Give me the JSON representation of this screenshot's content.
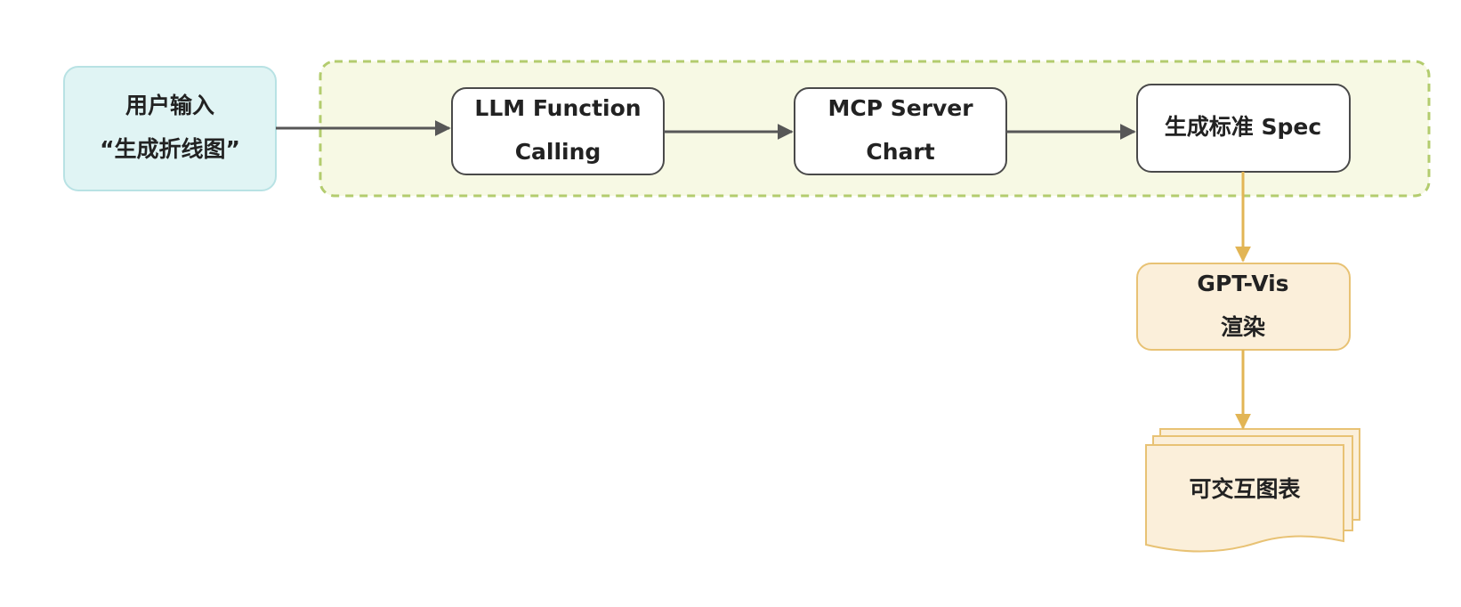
{
  "colors": {
    "edge_dark": "#575757",
    "edge_gold": "#e2b555",
    "group_fill": "#f7f9e4",
    "group_stroke": "#b3cc6e",
    "input_fill": "#e0f4f4",
    "input_stroke": "#b8e2e4",
    "process_fill": "#ffffff",
    "process_stroke": "#4a4a4a",
    "output_fill": "#fbefda",
    "output_stroke": "#e8c274",
    "text": "#222222"
  },
  "nodes": {
    "user_input": {
      "line1": "用户输入",
      "line2": "“生成折线图”"
    },
    "llm": {
      "line1": "LLM Function",
      "line2": "Calling"
    },
    "mcp": {
      "line1": "MCP Server",
      "line2": "Chart"
    },
    "spec": {
      "label": "生成标准 Spec"
    },
    "gptvis": {
      "line1": "GPT-Vis",
      "line2": "渲染"
    },
    "chart": {
      "label": "可交互图表"
    }
  }
}
